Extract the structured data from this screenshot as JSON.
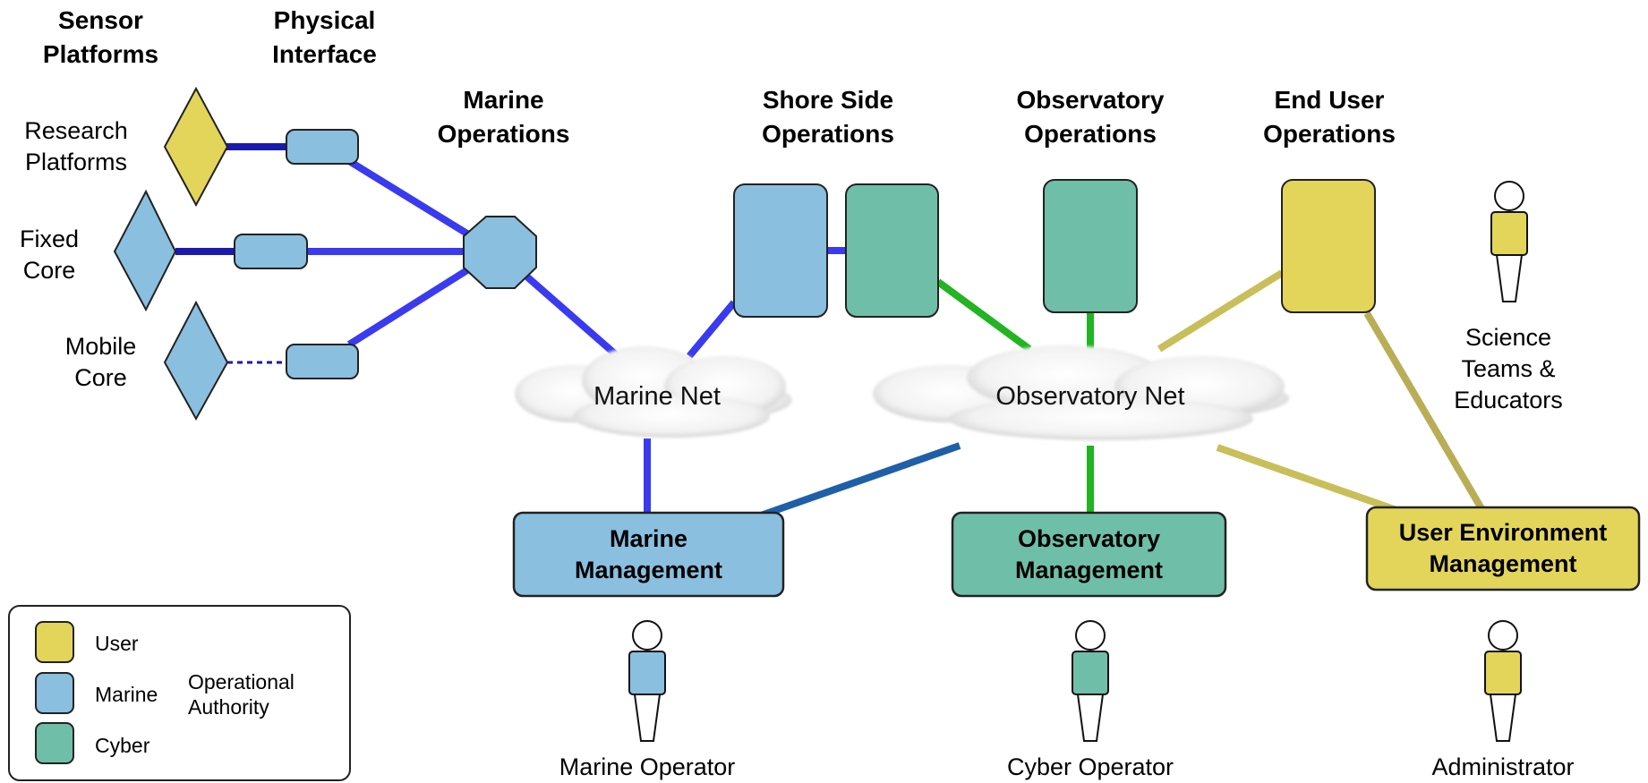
{
  "columns": {
    "sensor_platforms": [
      "Sensor",
      "Platforms"
    ],
    "physical_interface": [
      "Physical",
      "Interface"
    ],
    "marine_operations": [
      "Marine",
      "Operations"
    ],
    "shore_side_operations": [
      "Shore Side",
      "Operations"
    ],
    "observatory_operations": [
      "Observatory",
      "Operations"
    ],
    "end_user_operations": [
      "End User",
      "Operations"
    ]
  },
  "platforms": {
    "research": [
      "Research",
      "Platforms"
    ],
    "fixed": [
      "Fixed",
      "Core"
    ],
    "mobile": [
      "Mobile",
      "Core"
    ]
  },
  "networks": {
    "marine_net": "Marine Net",
    "observatory_net": "Observatory Net"
  },
  "management": {
    "marine": [
      "Marine",
      "Management"
    ],
    "observatory": [
      "Observatory",
      "Management"
    ],
    "user_environment": [
      "User Environment",
      "Management"
    ]
  },
  "people": {
    "science": [
      "Science",
      "Teams &",
      "Educators"
    ],
    "marine_operator": "Marine Operator",
    "cyber_operator": "Cyber Operator",
    "administrator": "Administrator"
  },
  "legend": {
    "items": [
      {
        "label": "User",
        "color": "#e3d55a"
      },
      {
        "label": "Marine",
        "color": "#8abfe0"
      },
      {
        "label": "Cyber",
        "color": "#6fbfa8"
      }
    ],
    "group_label": [
      "Operational",
      "Authority"
    ]
  },
  "colors": {
    "user": "#e3d55a",
    "marine": "#8abfe0",
    "cyber": "#6fbfa8",
    "link_marine": "#3a3af0",
    "link_marine_dark": "#1a1ab0",
    "link_cyber": "#22b422",
    "link_user": "#c8bf5a",
    "link_admin": "#b9ae55",
    "link_mgmt": "#1f5fa8"
  }
}
